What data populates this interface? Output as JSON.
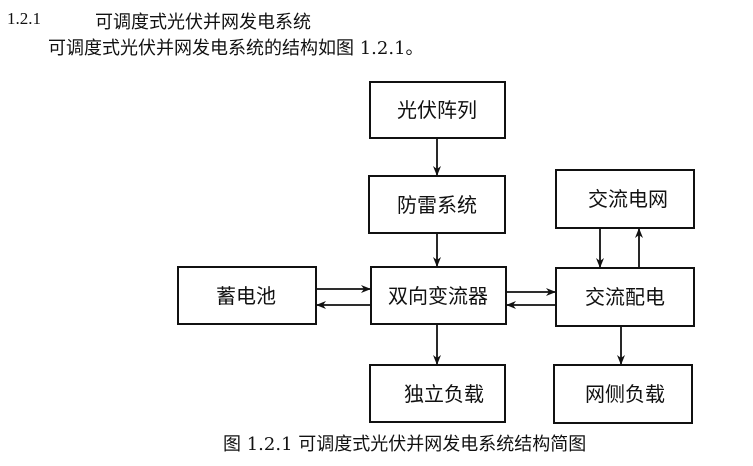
{
  "document": {
    "section_number": "1.2.1",
    "section_title": "可调度式光伏并网发电系统",
    "body_text": "可调度式光伏并网发电系统的结构如图 1.2.1。",
    "figure_caption": "图 1.2.1 可调度式光伏并网发电系统结构简图"
  },
  "diagram": {
    "nodes": {
      "pv_array": "光伏阵列",
      "lightning_protection": "防雷系统",
      "battery": "蓄电池",
      "bidirectional_converter": "双向变流器",
      "ac_grid": "交流电网",
      "ac_distribution": "交流配电",
      "standalone_load": "独立负载",
      "grid_side_load": "网侧负载"
    },
    "edges": [
      {
        "from": "pv_array",
        "to": "lightning_protection"
      },
      {
        "from": "lightning_protection",
        "to": "bidirectional_converter"
      },
      {
        "from": "battery",
        "to": "bidirectional_converter"
      },
      {
        "from": "bidirectional_converter",
        "to": "battery"
      },
      {
        "from": "bidirectional_converter",
        "to": "ac_distribution"
      },
      {
        "from": "ac_distribution",
        "to": "bidirectional_converter"
      },
      {
        "from": "ac_grid",
        "to": "ac_distribution"
      },
      {
        "from": "ac_distribution",
        "to": "ac_grid"
      },
      {
        "from": "bidirectional_converter",
        "to": "standalone_load"
      },
      {
        "from": "ac_distribution",
        "to": "grid_side_load"
      }
    ]
  }
}
